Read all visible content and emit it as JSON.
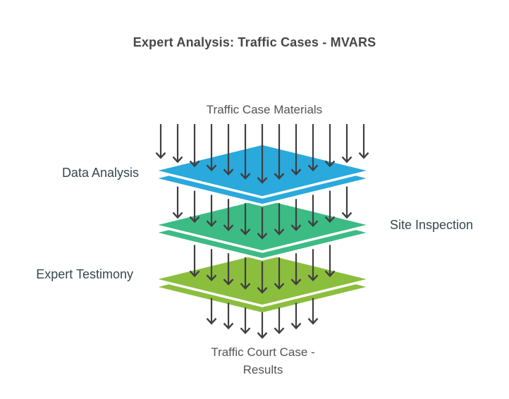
{
  "title": "Expert Analysis: Traffic Cases - MVARS",
  "diagram": {
    "input_label": "Traffic Case Materials",
    "output_label_line1": "Traffic Court Case -",
    "output_label_line2": "Results",
    "arrow_color": "#3f3f3f",
    "arrow_bands": [
      13,
      11,
      9,
      7
    ],
    "layers": [
      {
        "label": "Data Analysis",
        "side": "left",
        "color": "#2aa9dc"
      },
      {
        "label": "Site Inspection",
        "side": "right",
        "color": "#3dbb85"
      },
      {
        "label": "Expert Testimony",
        "side": "left",
        "color": "#8cbe3e"
      }
    ]
  }
}
